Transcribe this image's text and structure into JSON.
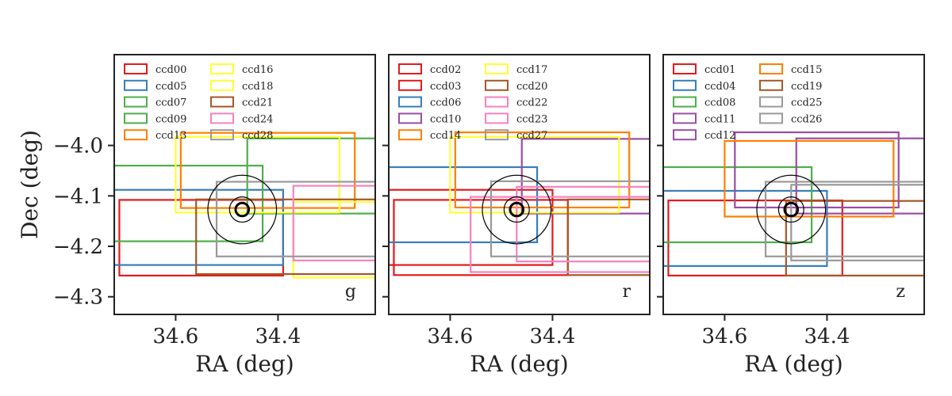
{
  "chart_data": [
    {
      "type": "footprint-map",
      "band": "g",
      "xlabel": "RA (deg)",
      "ylabel": "Dec (deg)",
      "xlim": [
        34.72,
        34.21
      ],
      "ylim": [
        -4.335,
        -3.82
      ],
      "xticks": [
        34.6,
        34.4
      ],
      "xtick_labels": [
        "34.6",
        "34.4"
      ],
      "yticks": [
        -4.0,
        -4.1,
        -4.2,
        -4.3
      ],
      "ytick_labels": [
        "−4.0",
        "−4.1",
        "−4.2",
        "−4.3"
      ],
      "legend_position": "top-left",
      "legend_columns": 2,
      "circles": {
        "center": [
          34.47,
          -4.127
        ],
        "radii_deg": [
          0.068,
          0.025,
          0.013
        ]
      },
      "series": [
        {
          "name": "ccd00",
          "color": "#e41a1c",
          "ra": [
            34.71,
            34.39
          ],
          "dec": [
            -4.258,
            -4.108
          ]
        },
        {
          "name": "ccd05",
          "color": "#377eb8",
          "ra": [
            34.72,
            34.39
          ],
          "dec": [
            -4.237,
            -4.088
          ]
        },
        {
          "name": "ccd07",
          "color": "#4daf4a",
          "ra": [
            34.72,
            34.43
          ],
          "dec": [
            -4.19,
            -4.04
          ]
        },
        {
          "name": "ccd09",
          "color": "#4daf4a",
          "ra": [
            34.46,
            34.2
          ],
          "dec": [
            -4.135,
            -3.986
          ]
        },
        {
          "name": "ccd13",
          "color": "#ff7f00",
          "ra": [
            34.59,
            34.25
          ],
          "dec": [
            -4.124,
            -3.975
          ]
        },
        {
          "name": "ccd16",
          "color": "#ffff33",
          "ra": [
            34.6,
            34.28
          ],
          "dec": [
            -4.133,
            -3.983
          ]
        },
        {
          "name": "ccd18",
          "color": "#ffff33",
          "ra": [
            34.37,
            34.2
          ],
          "dec": [
            -4.262,
            -4.112
          ]
        },
        {
          "name": "ccd21",
          "color": "#a65628",
          "ra": [
            34.56,
            34.2
          ],
          "dec": [
            -4.255,
            -4.107
          ]
        },
        {
          "name": "ccd24",
          "color": "#f781bf",
          "ra": [
            34.37,
            34.2
          ],
          "dec": [
            -4.228,
            -4.08
          ]
        },
        {
          "name": "ccd28",
          "color": "#999999",
          "ra": [
            34.52,
            34.2
          ],
          "dec": [
            -4.22,
            -4.072
          ]
        }
      ]
    },
    {
      "type": "footprint-map",
      "band": "r",
      "xlabel": "RA (deg)",
      "ylabel": "",
      "xlim": [
        34.72,
        34.21
      ],
      "ylim": [
        -4.335,
        -3.82
      ],
      "xticks": [
        34.6,
        34.4
      ],
      "xtick_labels": [
        "34.6",
        "34.4"
      ],
      "yticks": [
        -4.0,
        -4.1,
        -4.2,
        -4.3
      ],
      "ytick_labels": [],
      "legend_position": "top-left",
      "legend_columns": 2,
      "circles": {
        "center": [
          34.47,
          -4.127
        ],
        "radii_deg": [
          0.068,
          0.025,
          0.013
        ]
      },
      "series": [
        {
          "name": "ccd02",
          "color": "#e41a1c",
          "ra": [
            34.72,
            34.4
          ],
          "dec": [
            -4.237,
            -4.088
          ]
        },
        {
          "name": "ccd03",
          "color": "#e41a1c",
          "ra": [
            34.71,
            34.37
          ],
          "dec": [
            -4.257,
            -4.108
          ]
        },
        {
          "name": "ccd06",
          "color": "#377eb8",
          "ra": [
            34.72,
            34.43
          ],
          "dec": [
            -4.192,
            -4.043
          ]
        },
        {
          "name": "ccd10",
          "color": "#984ea3",
          "ra": [
            34.46,
            34.2
          ],
          "dec": [
            -4.135,
            -3.987
          ]
        },
        {
          "name": "ccd14",
          "color": "#ff7f00",
          "ra": [
            34.59,
            34.25
          ],
          "dec": [
            -4.123,
            -3.974
          ]
        },
        {
          "name": "ccd17",
          "color": "#ffff33",
          "ra": [
            34.6,
            34.27
          ],
          "dec": [
            -4.133,
            -3.983
          ]
        },
        {
          "name": "ccd20",
          "color": "#a65628",
          "ra": [
            34.37,
            34.2
          ],
          "dec": [
            -4.257,
            -4.107
          ]
        },
        {
          "name": "ccd22",
          "color": "#f781bf",
          "ra": [
            34.56,
            34.2
          ],
          "dec": [
            -4.251,
            -4.102
          ]
        },
        {
          "name": "ccd23",
          "color": "#f781bf",
          "ra": [
            34.47,
            34.2
          ],
          "dec": [
            -4.23,
            -4.082
          ]
        },
        {
          "name": "ccd27",
          "color": "#999999",
          "ra": [
            34.52,
            34.2
          ],
          "dec": [
            -4.22,
            -4.071
          ]
        }
      ]
    },
    {
      "type": "footprint-map",
      "band": "z",
      "xlabel": "RA (deg)",
      "ylabel": "",
      "xlim": [
        34.72,
        34.21
      ],
      "ylim": [
        -4.335,
        -3.82
      ],
      "xticks": [
        34.6,
        34.4
      ],
      "xtick_labels": [
        "34.6",
        "34.4"
      ],
      "yticks": [
        -4.0,
        -4.1,
        -4.2,
        -4.3
      ],
      "ytick_labels": [],
      "legend_position": "top-left",
      "legend_columns": 2,
      "circles": {
        "center": [
          34.47,
          -4.127
        ],
        "radii_deg": [
          0.068,
          0.025,
          0.013
        ]
      },
      "series": [
        {
          "name": "ccd01",
          "color": "#e41a1c",
          "ra": [
            34.71,
            34.37
          ],
          "dec": [
            -4.258,
            -4.109
          ]
        },
        {
          "name": "ccd04",
          "color": "#377eb8",
          "ra": [
            34.72,
            34.4
          ],
          "dec": [
            -4.239,
            -4.09
          ]
        },
        {
          "name": "ccd08",
          "color": "#4daf4a",
          "ra": [
            34.72,
            34.43
          ],
          "dec": [
            -4.192,
            -4.043
          ]
        },
        {
          "name": "ccd11",
          "color": "#984ea3",
          "ra": [
            34.58,
            34.26
          ],
          "dec": [
            -4.123,
            -3.974
          ]
        },
        {
          "name": "ccd12",
          "color": "#984ea3",
          "ra": [
            34.46,
            34.2
          ],
          "dec": [
            -4.135,
            -3.986
          ]
        },
        {
          "name": "ccd15",
          "color": "#ff7f00",
          "ra": [
            34.6,
            34.27
          ],
          "dec": [
            -4.141,
            -3.991
          ]
        },
        {
          "name": "ccd19",
          "color": "#a65628",
          "ra": [
            34.48,
            34.2
          ],
          "dec": [
            -4.258,
            -4.11
          ]
        },
        {
          "name": "ccd25",
          "color": "#999999",
          "ra": [
            34.52,
            34.2
          ],
          "dec": [
            -4.22,
            -4.072
          ]
        },
        {
          "name": "ccd26",
          "color": "#999999",
          "ra": [
            34.47,
            34.2
          ],
          "dec": [
            -4.228,
            -4.078
          ]
        }
      ]
    }
  ]
}
